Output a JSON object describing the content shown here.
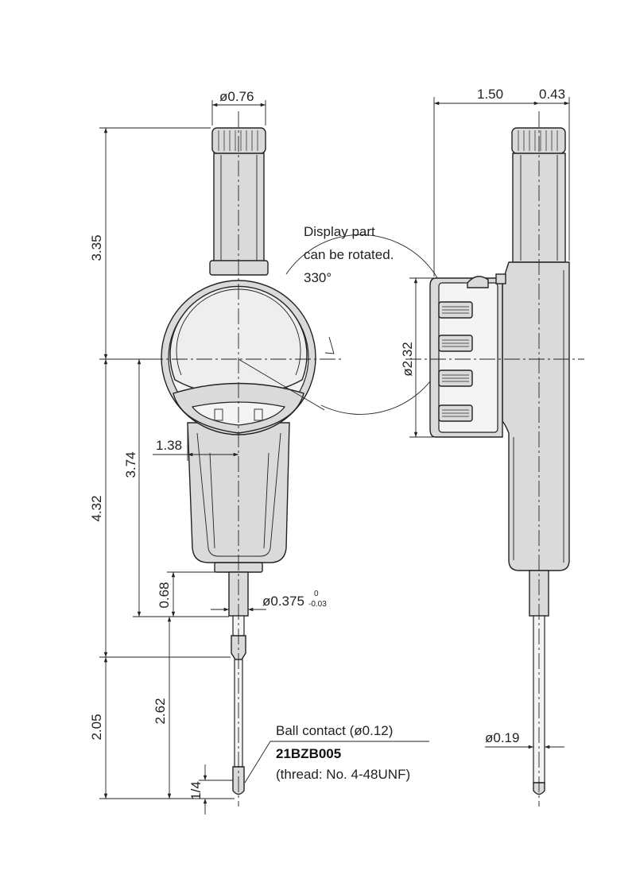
{
  "front_view": {
    "dim_head_diameter": "ø0.76",
    "dim_height_upper": "3.35",
    "dim_height_lower": "4.32",
    "dim_center_to_stem": "3.74",
    "dim_offset": "1.38",
    "dim_stem_length": "0.68",
    "dim_stem_diameter": "ø0.375",
    "dim_stem_tol_upper": "0",
    "dim_stem_tol_lower": "-0.03",
    "dim_spindle_length": "2.05",
    "dim_contact_length": "2.62",
    "dim_thread": "1/4",
    "note_rotation": [
      "Display part",
      "can be rotated.",
      "330°"
    ],
    "ball_contact_label": "Ball contact (ø0.12)",
    "ball_contact_part": "21BZB005",
    "ball_contact_thread": "(thread: No. 4-48UNF)"
  },
  "side_view": {
    "dim_depth": "1.50",
    "dim_back": "0.43",
    "dim_display_diameter": "ø2.32",
    "dim_spindle_diameter": "ø0.19"
  },
  "colors": {
    "line": "#222222",
    "body": "#dadada",
    "face": "#eeeeee"
  }
}
